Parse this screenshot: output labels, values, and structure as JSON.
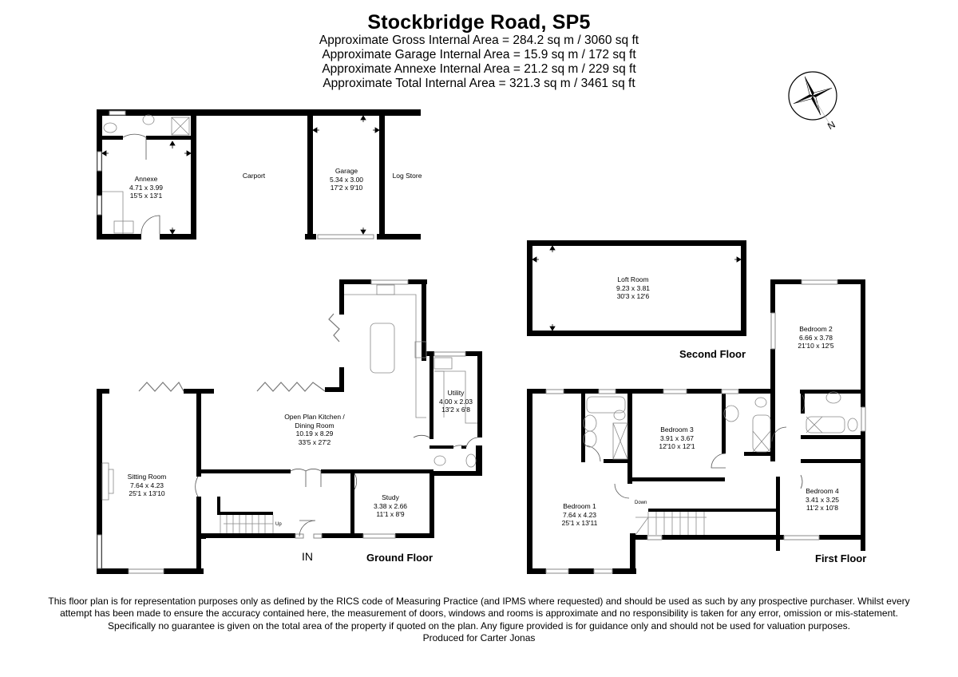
{
  "header": {
    "title": "Stockbridge Road, SP5",
    "areas": [
      "Approximate Gross Internal Area = 284.2 sq m / 3060 sq ft",
      "Approximate Garage Internal Area = 15.9 sq m / 172 sq ft",
      "Approximate Annexe Internal Area = 21.2 sq m / 229 sq ft",
      "Approximate Total Internal Area = 321.3 sq m / 3461 sq ft"
    ]
  },
  "compass": {
    "north_label": "N"
  },
  "outbuildings": {
    "annexe": {
      "name": "Annexe",
      "metric": "4.71 x 3.99",
      "imperial": "15'5 x 13'1"
    },
    "carport": {
      "name": "Carport"
    },
    "garage": {
      "name": "Garage",
      "metric": "5.34 x 3.00",
      "imperial": "17'2 x 9'10"
    },
    "log_store": {
      "name": "Log Store"
    }
  },
  "ground_floor": {
    "label": "Ground Floor",
    "entrance": "IN",
    "stairs_label": "Up",
    "rooms": {
      "kitchen": {
        "name": "Open Plan Kitchen /",
        "name2": "Dining Room",
        "metric": "10.19 x 8.29",
        "imperial": "33'5 x 27'2"
      },
      "utility": {
        "name": "Utility",
        "metric": "4.00 x 2.03",
        "imperial": "13'2 x 6'8"
      },
      "sitting": {
        "name": "Sitting Room",
        "metric": "7.64 x 4.23",
        "imperial": "25'1 x 13'10"
      },
      "study": {
        "name": "Study",
        "metric": "3.38 x 2.66",
        "imperial": "11'1 x 8'9"
      }
    }
  },
  "second_floor": {
    "label": "Second Floor",
    "rooms": {
      "loft": {
        "name": "Loft Room",
        "metric": "9.23 x 3.81",
        "imperial": "30'3 x 12'6"
      }
    }
  },
  "first_floor": {
    "label": "First Floor",
    "stairs_label": "Down",
    "rooms": {
      "bedroom1": {
        "name": "Bedroom 1",
        "metric": "7.64 x 4.23",
        "imperial": "25'1 x 13'11"
      },
      "bedroom2": {
        "name": "Bedroom 2",
        "metric": "6.66 x 3.78",
        "imperial": "21'10 x 12'5"
      },
      "bedroom3": {
        "name": "Bedroom 3",
        "metric": "3.91 x 3.67",
        "imperial": "12'10 x 12'1"
      },
      "bedroom4": {
        "name": "Bedroom 4",
        "metric": "3.41 x 3.25",
        "imperial": "11'2 x 10'8"
      }
    }
  },
  "footer": {
    "disclaimer": "This floor plan is for representation purposes only as defined by the RICS code of Measuring Practice (and IPMS where requested) and should be used as such by any prospective purchaser. Whilst every attempt has been made to ensure the accuracy contained here, the measurement of doors, windows and rooms is approximate and no responsibility is taken for any error, omission or mis-statement. Specifically no guarantee is given on the total area of the property if quoted on the plan. Any figure provided is for guidance only and should not be used for valuation purposes.",
    "produced_for": "Produced for Carter Jonas"
  },
  "colors": {
    "wall": "#000000",
    "fixture": "#888888",
    "background": "#ffffff"
  }
}
